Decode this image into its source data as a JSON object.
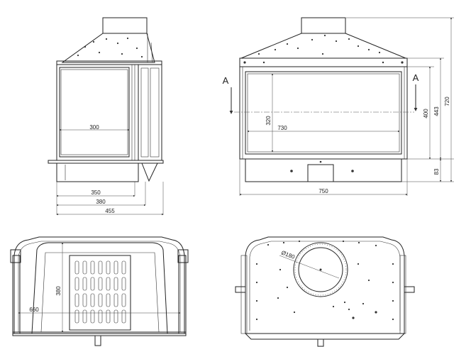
{
  "views": {
    "side": {
      "dims": {
        "glass_width": "300",
        "d1": "350",
        "d2": "380",
        "d3": "455"
      }
    },
    "front": {
      "section_left": "A",
      "section_right": "A",
      "dims": {
        "glass_height": "320",
        "glass_width": "730",
        "opening_height": "400",
        "body_height": "443",
        "total_height": "720",
        "base_height": "83",
        "total_width": "750"
      }
    },
    "plan": {
      "dims": {
        "depth": "380",
        "width": "660"
      }
    },
    "top": {
      "dims": {
        "flue_diameter": "Ø180"
      }
    }
  }
}
